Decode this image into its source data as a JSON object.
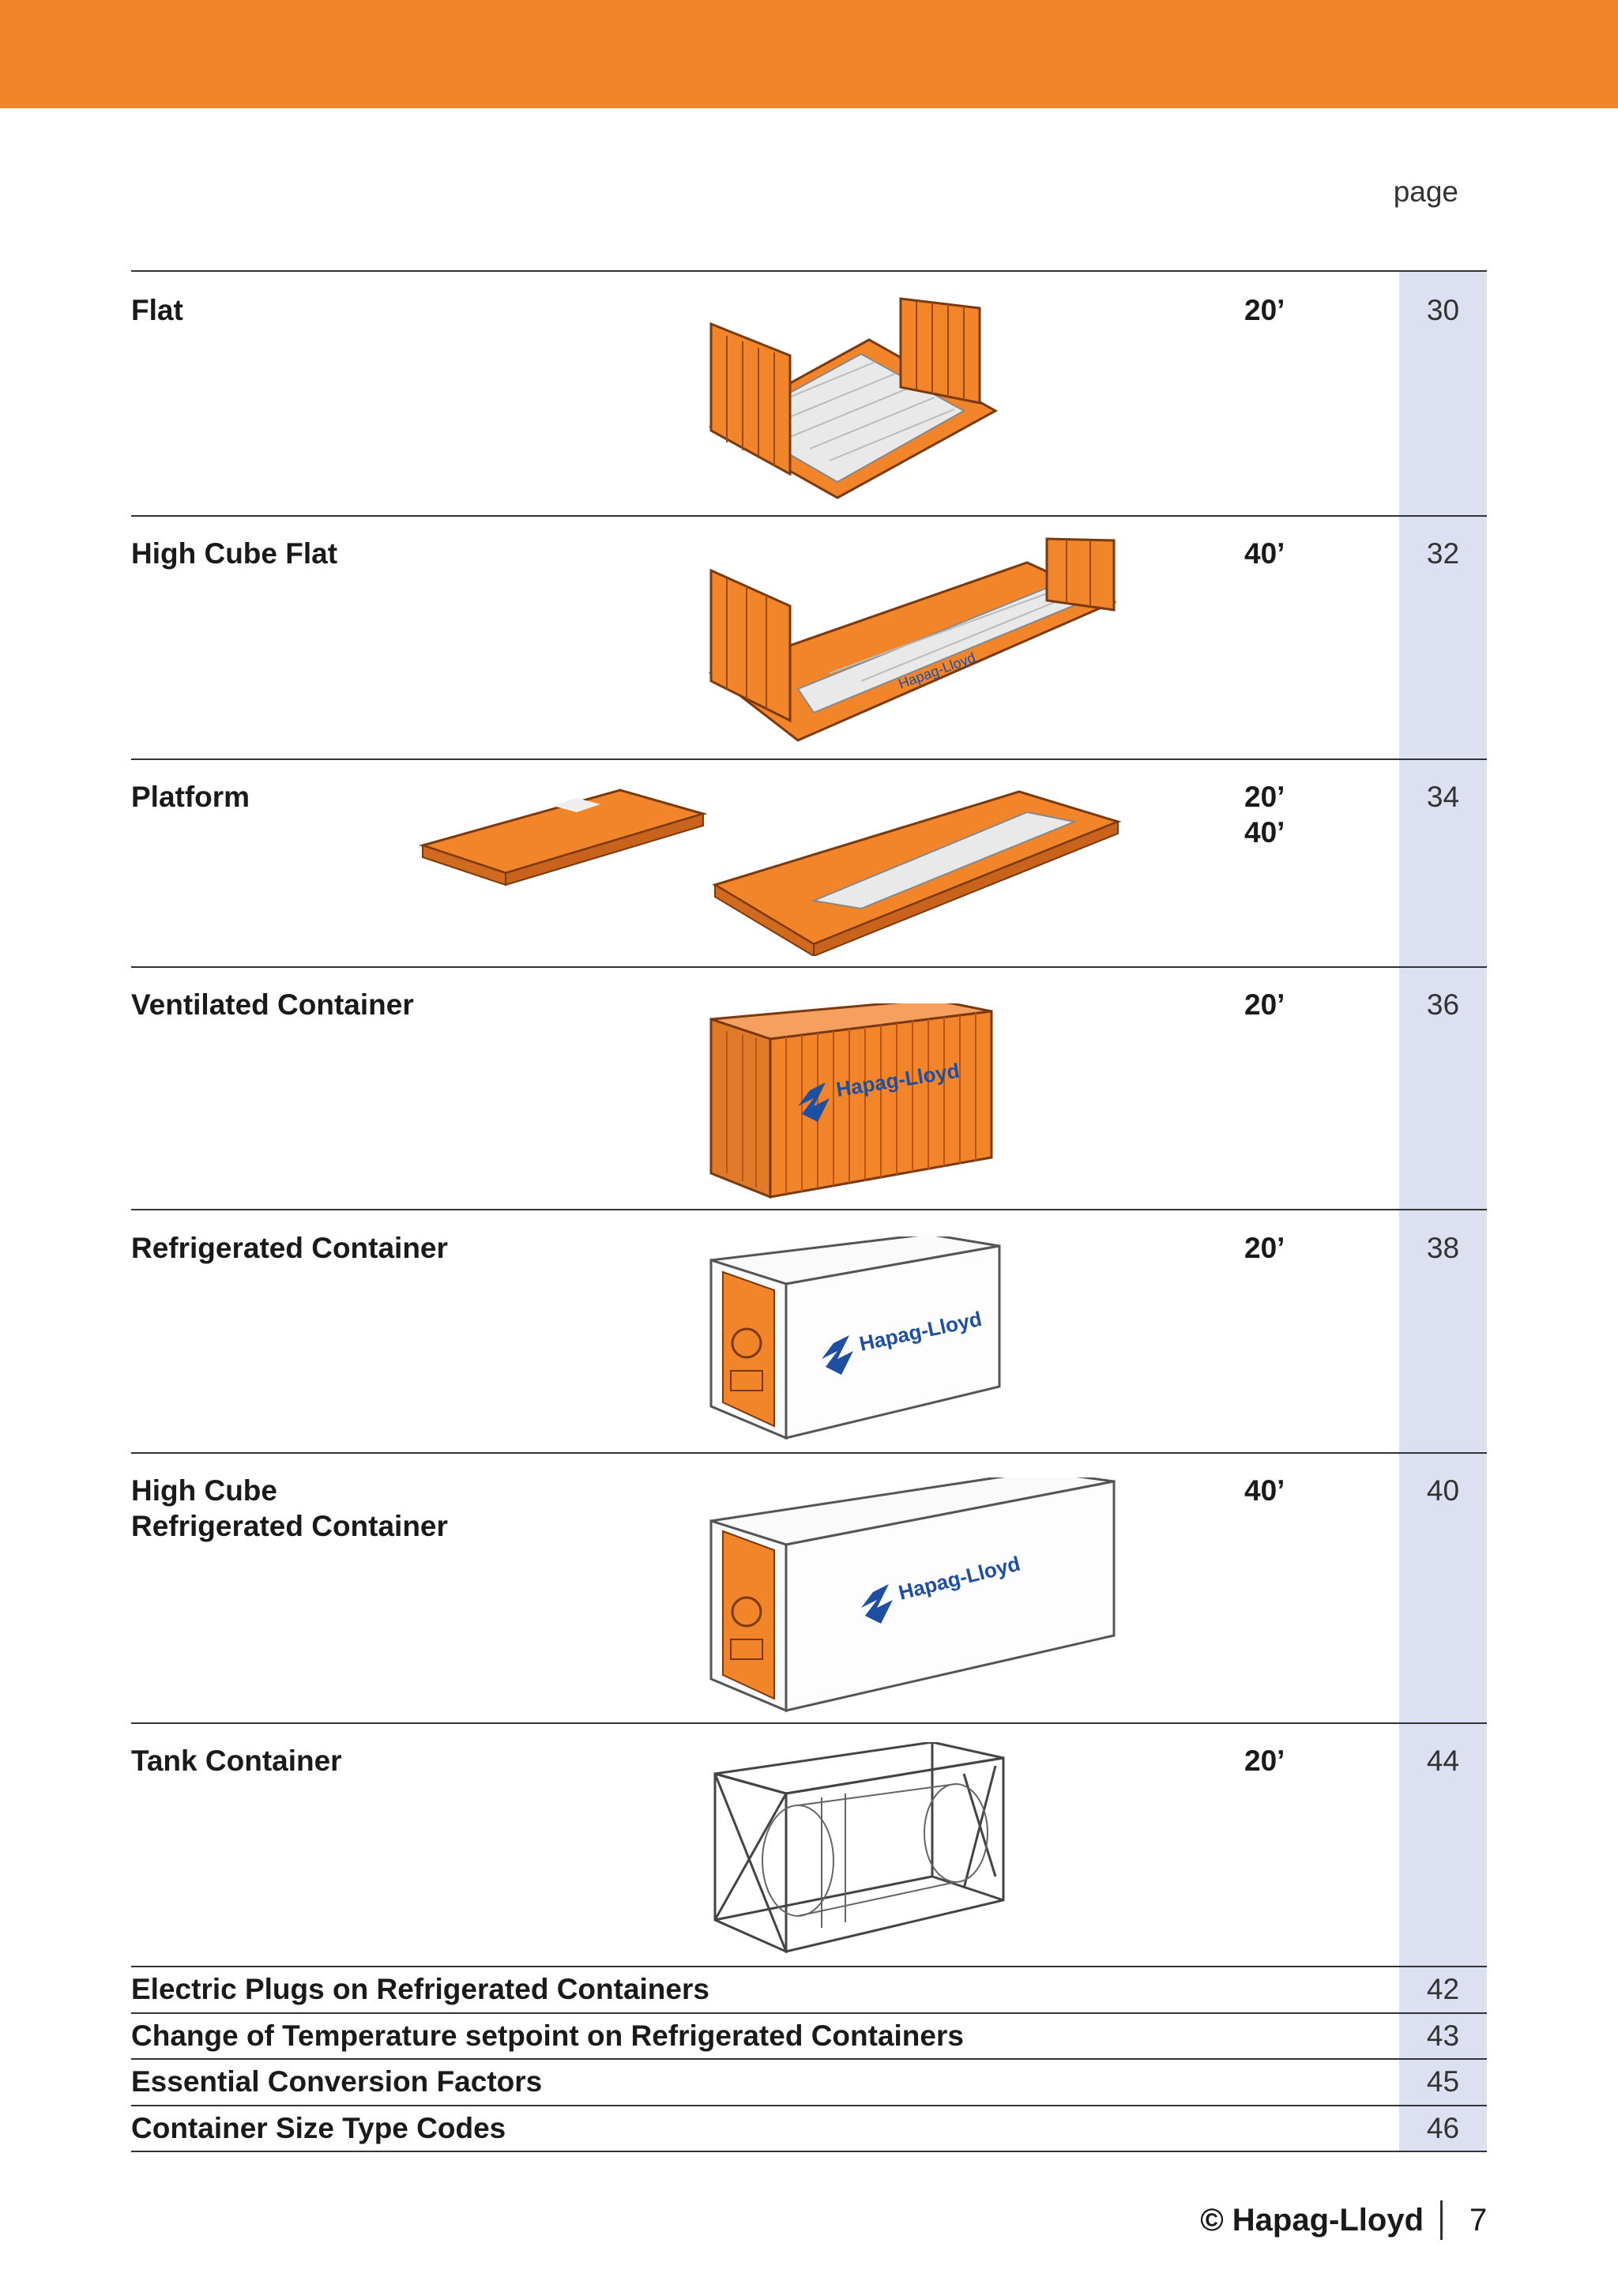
{
  "header": {
    "page_label": "page"
  },
  "rows": [
    {
      "title": "Flat",
      "sizes": "20’",
      "page": "30",
      "icon": "flat-container-icon"
    },
    {
      "title": "High Cube Flat",
      "sizes": "40’",
      "page": "32",
      "icon": "high-cube-flat-container-icon"
    },
    {
      "title": "Platform",
      "sizes": "20’\n40’",
      "page": "34",
      "icon": "platform-container-icon"
    },
    {
      "title": "Ventilated Container",
      "sizes": "20’",
      "page": "36",
      "icon": "ventilated-container-icon"
    },
    {
      "title": "Refrigerated Container",
      "sizes": "20’",
      "page": "38",
      "icon": "refrigerated-container-icon"
    },
    {
      "title": "High Cube\nRefrigerated Container",
      "sizes": "40’",
      "page": "40",
      "icon": "high-cube-refrigerated-container-icon"
    },
    {
      "title": "Tank Container",
      "sizes": "20’",
      "page": "44",
      "icon": "tank-container-icon"
    }
  ],
  "extra_rows": [
    {
      "title": "Electric Plugs on Refrigerated Containers",
      "page": "42"
    },
    {
      "title": "Change of Temperature setpoint on Refrigerated Containers",
      "page": "43"
    },
    {
      "title": "Essential Conversion Factors",
      "page": "45"
    },
    {
      "title": "Container Size Type Codes",
      "page": "46"
    }
  ],
  "logo_text": "Hapag-Lloyd",
  "footer": {
    "brand": "© Hapag-Lloyd",
    "page_number": "7"
  },
  "colors": {
    "accent": "#f2852a",
    "container_orange": "#e8812c",
    "shade": "#dde0f0",
    "logo_blue": "#1e4fa3"
  }
}
